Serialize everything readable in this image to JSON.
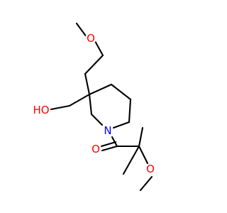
{
  "molecule": {
    "atoms": {
      "methoxy_o_top": {
        "symbol": "O",
        "color": "#ff0000"
      },
      "hydroxyl": {
        "symbol": "HO",
        "color": "#ff0000"
      },
      "ring_n": {
        "symbol": "N",
        "color": "#0000ff"
      },
      "carbonyl_o": {
        "symbol": "O",
        "color": "#ff0000"
      },
      "methoxy_o_bottom": {
        "symbol": "O",
        "color": "#ff0000"
      }
    },
    "bond_color": "#000000",
    "background": "#ffffff"
  }
}
